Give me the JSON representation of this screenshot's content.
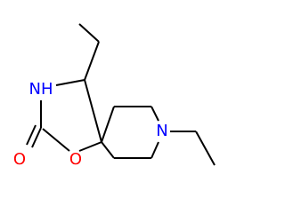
{
  "molecule": {
    "atoms": [
      {
        "id": "nh",
        "label": "NH",
        "color": "#0000ff"
      },
      {
        "id": "o-ring",
        "label": "O",
        "color": "#ff0000"
      },
      {
        "id": "o-carbonyl",
        "label": "O",
        "color": "#ff0000"
      },
      {
        "id": "n-ring",
        "label": "N",
        "color": "#0000ff"
      }
    ]
  }
}
